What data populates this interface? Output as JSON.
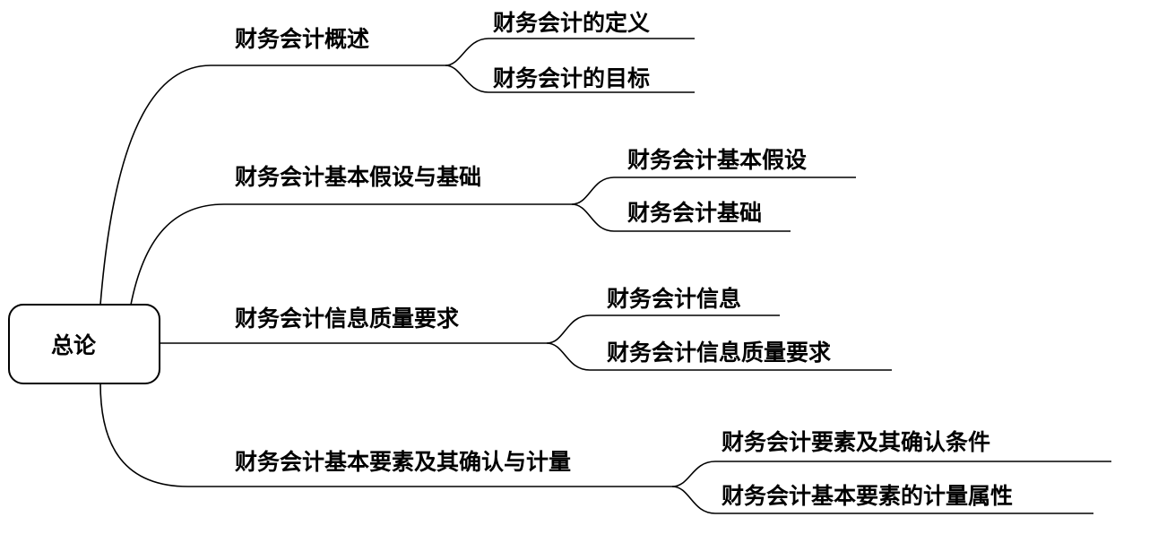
{
  "root": {
    "label": "总论"
  },
  "branches": [
    {
      "label": "财务会计概述",
      "children": [
        {
          "label": "财务会计的定义"
        },
        {
          "label": "财务会计的目标"
        }
      ]
    },
    {
      "label": "财务会计基本假设与基础",
      "children": [
        {
          "label": "财务会计基本假设"
        },
        {
          "label": "财务会计基础"
        }
      ]
    },
    {
      "label": "财务会计信息质量要求",
      "children": [
        {
          "label": "财务会计信息"
        },
        {
          "label": "财务会计信息质量要求"
        }
      ]
    },
    {
      "label": "财务会计基本要素及其确认与计量",
      "children": [
        {
          "label": "财务会计要素及其确认条件"
        },
        {
          "label": "财务会计基本要素的计量属性"
        }
      ]
    }
  ]
}
